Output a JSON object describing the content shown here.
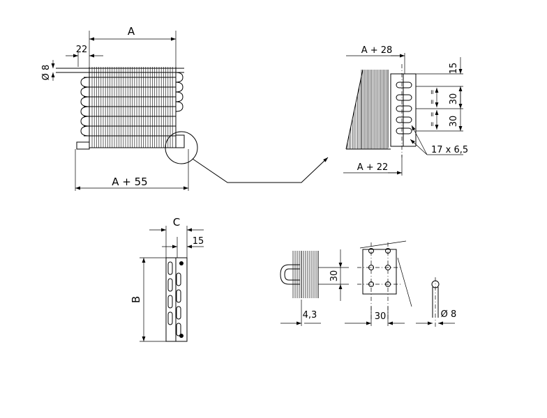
{
  "dimensions": {
    "width_a": "A",
    "tube_inset": "22",
    "tube_diameter": "Ø 8",
    "width_a_plus_55": "A + 55",
    "detail_a_plus_28": "A + 28",
    "detail_a_plus_22": "A + 22",
    "detail_top_15": "15",
    "detail_pitch_30_upper": "30",
    "detail_pitch_30_lower": "30",
    "slots_spec": "17 x 6,5",
    "depth_c": "C",
    "side_15": "15",
    "height_b": "B",
    "plan_30_vertical": "30",
    "plan_4_3": "4,3",
    "plan_30_horizontal": "30",
    "pin_diameter": "Ø 8"
  }
}
